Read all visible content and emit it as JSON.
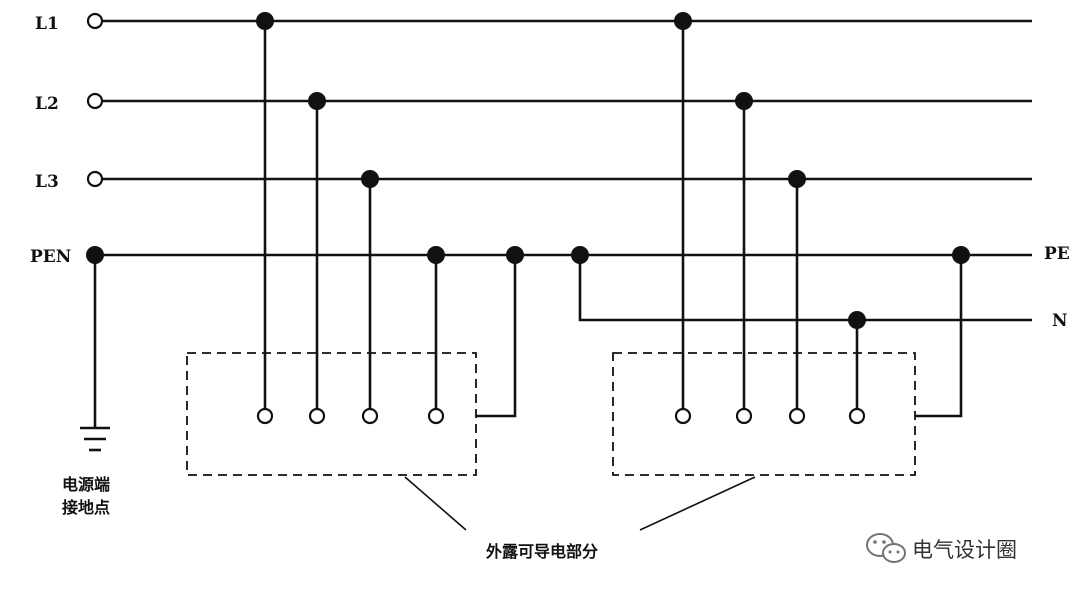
{
  "lines": {
    "l1": "L1",
    "l2": "L2",
    "l3": "L3",
    "pen": "PEN",
    "pe": "PE",
    "n": "N"
  },
  "ground_label": [
    "电源端",
    "接地点"
  ],
  "exposed_parts_label": "外露可导电部分",
  "watermark": {
    "text": "电气设计圈",
    "icon": "wechat-icon"
  },
  "colors": {
    "line": "#111111",
    "background": "#ffffff"
  }
}
